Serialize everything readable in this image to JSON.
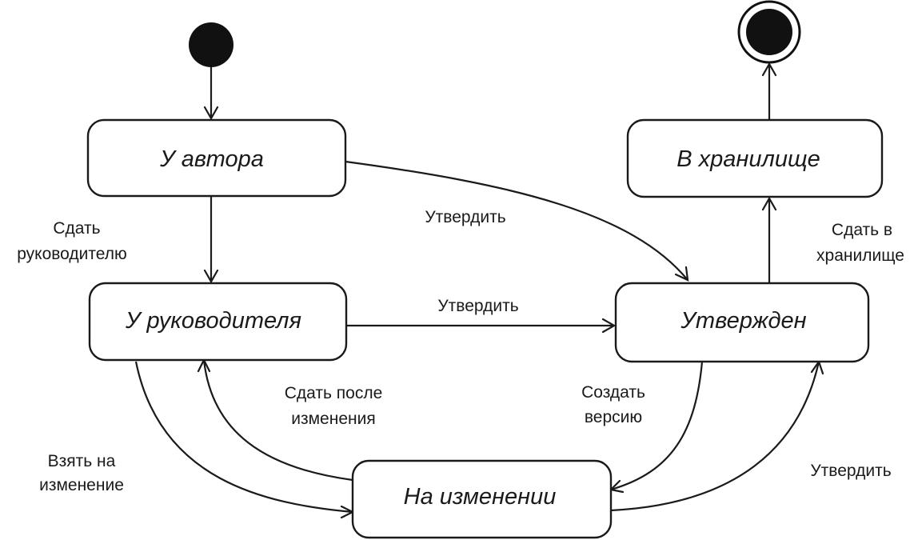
{
  "states": {
    "author": "У автора",
    "manager": "У руководителя",
    "approved": "Утвержден",
    "storage": "В хранилище",
    "changing": "На изменении"
  },
  "transitions": {
    "submit_to_manager": [
      "Сдать",
      "руководителю"
    ],
    "approve_from_author": "Утвердить",
    "approve_from_manager": "Утвердить",
    "submit_to_storage": [
      "Сдать в",
      "хранилище"
    ],
    "submit_after_change": [
      "Сдать после",
      "изменения"
    ],
    "create_version": [
      "Создать",
      "версию"
    ],
    "take_for_change": [
      "Взять на",
      "изменение"
    ],
    "approve_from_changing": "Утвердить"
  }
}
